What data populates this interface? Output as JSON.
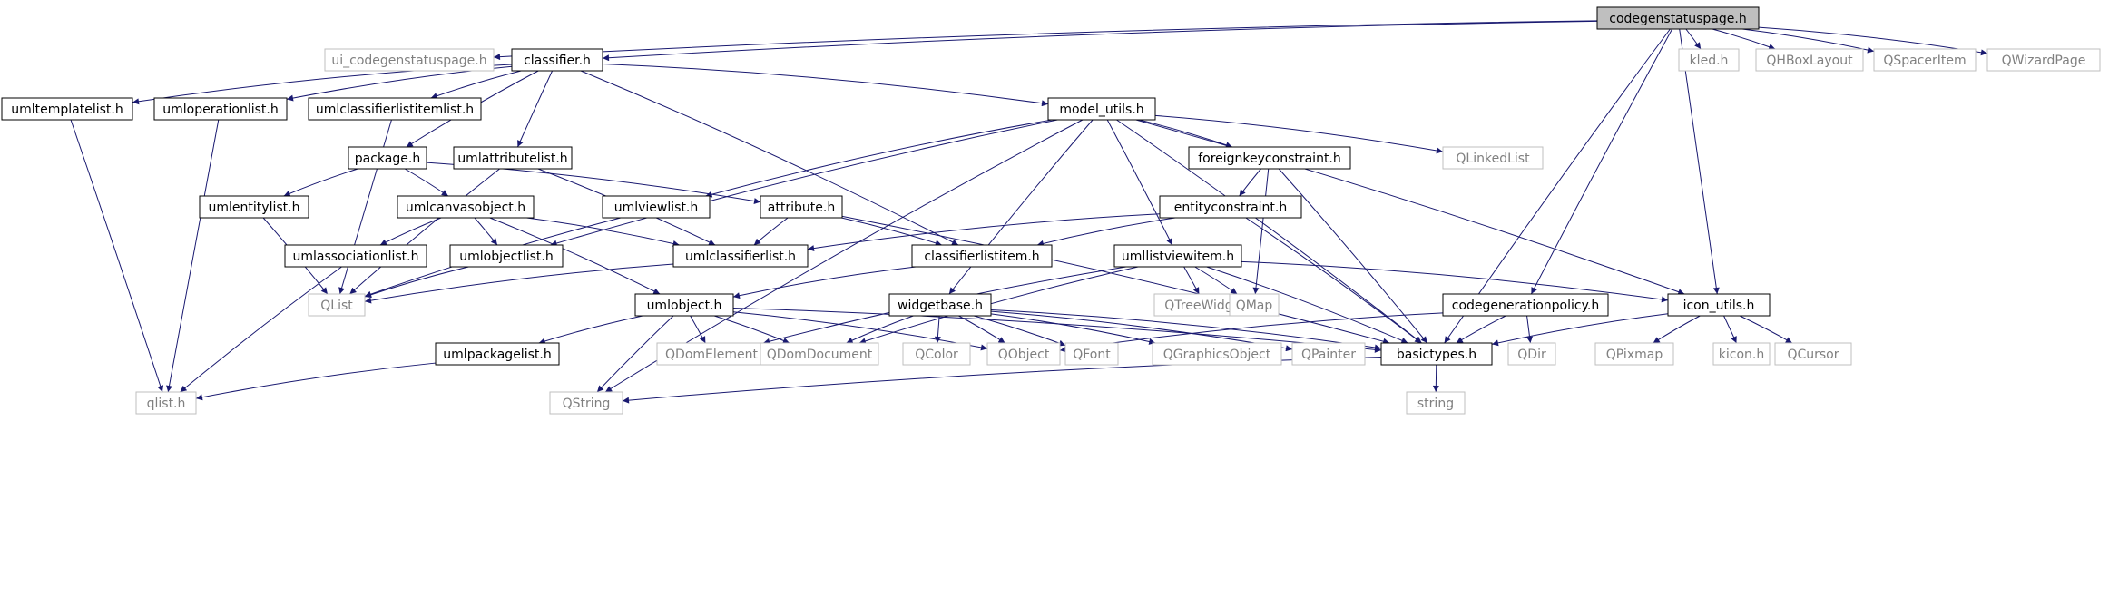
{
  "colors": {
    "node_border": "#000000",
    "external_border": "#bfbfbf",
    "external_text": "#808080",
    "root_fill": "#bfbfbf",
    "edge": "#191970",
    "background": "#ffffff"
  },
  "nodes": [
    {
      "id": "codegenstatuspage",
      "label": "codegenstatuspage.h",
      "kind": "root"
    },
    {
      "id": "ui_codegenstatuspage",
      "label": "ui_codegenstatuspage.h",
      "kind": "external"
    },
    {
      "id": "classifier",
      "label": "classifier.h",
      "kind": "file"
    },
    {
      "id": "kled",
      "label": "kled.h",
      "kind": "external"
    },
    {
      "id": "qhboxlayout",
      "label": "QHBoxLayout",
      "kind": "external"
    },
    {
      "id": "qspaceritem",
      "label": "QSpacerItem",
      "kind": "external"
    },
    {
      "id": "qwizardpage",
      "label": "QWizardPage",
      "kind": "external"
    },
    {
      "id": "umltemplatelist",
      "label": "umltemplatelist.h",
      "kind": "file"
    },
    {
      "id": "umloperationlist",
      "label": "umloperationlist.h",
      "kind": "file"
    },
    {
      "id": "umlclassifierlistitemlist",
      "label": "umlclassifierlistitemlist.h",
      "kind": "file"
    },
    {
      "id": "model_utils",
      "label": "model_utils.h",
      "kind": "file"
    },
    {
      "id": "package",
      "label": "package.h",
      "kind": "file"
    },
    {
      "id": "umlattributelist",
      "label": "umlattributelist.h",
      "kind": "file"
    },
    {
      "id": "foreignkeyconstraint",
      "label": "foreignkeyconstraint.h",
      "kind": "file"
    },
    {
      "id": "qlinkedlist",
      "label": "QLinkedList",
      "kind": "external"
    },
    {
      "id": "umlentitylist",
      "label": "umlentitylist.h",
      "kind": "file"
    },
    {
      "id": "umlcanvasobject",
      "label": "umlcanvasobject.h",
      "kind": "file"
    },
    {
      "id": "umlviewlist",
      "label": "umlviewlist.h",
      "kind": "file"
    },
    {
      "id": "attribute",
      "label": "attribute.h",
      "kind": "file"
    },
    {
      "id": "entityconstraint",
      "label": "entityconstraint.h",
      "kind": "file"
    },
    {
      "id": "umlassociationlist",
      "label": "umlassociationlist.h",
      "kind": "file"
    },
    {
      "id": "umlobjectlist",
      "label": "umlobjectlist.h",
      "kind": "file"
    },
    {
      "id": "umlclassifierlist",
      "label": "umlclassifierlist.h",
      "kind": "file"
    },
    {
      "id": "classifierlistitem",
      "label": "classifierlistitem.h",
      "kind": "file"
    },
    {
      "id": "umllistviewitem",
      "label": "umllistviewitem.h",
      "kind": "file"
    },
    {
      "id": "qlist",
      "label": "QList",
      "kind": "external"
    },
    {
      "id": "qtreewidget",
      "label": "QTreeWidget",
      "kind": "external"
    },
    {
      "id": "qmap",
      "label": "QMap",
      "kind": "external"
    },
    {
      "id": "umlobject",
      "label": "umlobject.h",
      "kind": "file"
    },
    {
      "id": "widgetbase",
      "label": "widgetbase.h",
      "kind": "file"
    },
    {
      "id": "codegenerationpolicy",
      "label": "codegenerationpolicy.h",
      "kind": "file"
    },
    {
      "id": "icon_utils",
      "label": "icon_utils.h",
      "kind": "file"
    },
    {
      "id": "umlpackagelist",
      "label": "umlpackagelist.h",
      "kind": "file"
    },
    {
      "id": "qdomelement",
      "label": "QDomElement",
      "kind": "external"
    },
    {
      "id": "qdomdocument",
      "label": "QDomDocument",
      "kind": "external"
    },
    {
      "id": "qcolor",
      "label": "QColor",
      "kind": "external"
    },
    {
      "id": "qobject",
      "label": "QObject",
      "kind": "external"
    },
    {
      "id": "qfont",
      "label": "QFont",
      "kind": "external"
    },
    {
      "id": "qgraphicsobject",
      "label": "QGraphicsObject",
      "kind": "external"
    },
    {
      "id": "qpainter",
      "label": "QPainter",
      "kind": "external"
    },
    {
      "id": "basictypes",
      "label": "basictypes.h",
      "kind": "file"
    },
    {
      "id": "qdir",
      "label": "QDir",
      "kind": "external"
    },
    {
      "id": "qpixmap",
      "label": "QPixmap",
      "kind": "external"
    },
    {
      "id": "kicon",
      "label": "kicon.h",
      "kind": "external"
    },
    {
      "id": "qcursor",
      "label": "QCursor",
      "kind": "external"
    },
    {
      "id": "qlist_h",
      "label": "qlist.h",
      "kind": "external"
    },
    {
      "id": "qstring",
      "label": "QString",
      "kind": "external"
    },
    {
      "id": "string",
      "label": "string",
      "kind": "external"
    }
  ],
  "edges": [
    [
      "codegenstatuspage",
      "ui_codegenstatuspage"
    ],
    [
      "codegenstatuspage",
      "classifier"
    ],
    [
      "codegenstatuspage",
      "kled"
    ],
    [
      "codegenstatuspage",
      "qhboxlayout"
    ],
    [
      "codegenstatuspage",
      "qspaceritem"
    ],
    [
      "codegenstatuspage",
      "qwizardpage"
    ],
    [
      "codegenstatuspage",
      "codegenerationpolicy"
    ],
    [
      "codegenstatuspage",
      "basictypes"
    ],
    [
      "codegenstatuspage",
      "icon_utils"
    ],
    [
      "classifier",
      "umltemplatelist"
    ],
    [
      "classifier",
      "umloperationlist"
    ],
    [
      "classifier",
      "umlclassifierlistitemlist"
    ],
    [
      "classifier",
      "model_utils"
    ],
    [
      "classifier",
      "package"
    ],
    [
      "classifier",
      "umlattributelist"
    ],
    [
      "classifier",
      "classifierlistitem"
    ],
    [
      "umltemplatelist",
      "qlist_h"
    ],
    [
      "umloperationlist",
      "qlist_h"
    ],
    [
      "umlclassifierlistitemlist",
      "qlist"
    ],
    [
      "model_utils",
      "foreignkeyconstraint"
    ],
    [
      "model_utils",
      "qlinkedlist"
    ],
    [
      "model_utils",
      "umlviewlist"
    ],
    [
      "model_utils",
      "umlobjectlist"
    ],
    [
      "model_utils",
      "umllistviewitem"
    ],
    [
      "model_utils",
      "widgetbase"
    ],
    [
      "model_utils",
      "basictypes"
    ],
    [
      "model_utils",
      "icon_utils"
    ],
    [
      "model_utils",
      "qstring"
    ],
    [
      "package",
      "umlentitylist"
    ],
    [
      "package",
      "umlcanvasobject"
    ],
    [
      "package",
      "attribute"
    ],
    [
      "umlattributelist",
      "umlclassifierlist"
    ],
    [
      "umlattributelist",
      "qlist"
    ],
    [
      "foreignkeyconstraint",
      "entityconstraint"
    ],
    [
      "foreignkeyconstraint",
      "basictypes"
    ],
    [
      "foreignkeyconstraint",
      "qmap"
    ],
    [
      "umlentitylist",
      "qlist"
    ],
    [
      "umlcanvasobject",
      "umlassociationlist"
    ],
    [
      "umlcanvasobject",
      "umlobjectlist"
    ],
    [
      "umlcanvasobject",
      "umlclassifierlist"
    ],
    [
      "umlcanvasobject",
      "umlobject"
    ],
    [
      "umlviewlist",
      "qlist"
    ],
    [
      "attribute",
      "umlclassifierlist"
    ],
    [
      "attribute",
      "classifierlistitem"
    ],
    [
      "attribute",
      "basictypes"
    ],
    [
      "entityconstraint",
      "classifierlistitem"
    ],
    [
      "entityconstraint",
      "umlclassifierlist"
    ],
    [
      "entityconstraint",
      "basictypes"
    ],
    [
      "umlassociationlist",
      "qlist_h"
    ],
    [
      "umlobjectlist",
      "qlist"
    ],
    [
      "umlclassifierlist",
      "qlist"
    ],
    [
      "classifierlistitem",
      "umlobject"
    ],
    [
      "umllistviewitem",
      "qtreewidget"
    ],
    [
      "umllistviewitem",
      "qmap"
    ],
    [
      "umllistviewitem",
      "qdomelement"
    ],
    [
      "umllistviewitem",
      "qdomdocument"
    ],
    [
      "umllistviewitem",
      "basictypes"
    ],
    [
      "umllistviewitem",
      "icon_utils"
    ],
    [
      "umlobject",
      "umlpackagelist"
    ],
    [
      "umlobject",
      "qdomelement"
    ],
    [
      "umlobject",
      "qdomdocument"
    ],
    [
      "umlobject",
      "qobject"
    ],
    [
      "umlobject",
      "basictypes"
    ],
    [
      "umlobject",
      "qstring"
    ],
    [
      "widgetbase",
      "qdomdocument"
    ],
    [
      "widgetbase",
      "qcolor"
    ],
    [
      "widgetbase",
      "qobject"
    ],
    [
      "widgetbase",
      "qfont"
    ],
    [
      "widgetbase",
      "qgraphicsobject"
    ],
    [
      "widgetbase",
      "qpainter"
    ],
    [
      "widgetbase",
      "basictypes"
    ],
    [
      "codegenerationpolicy",
      "qobject"
    ],
    [
      "codegenerationpolicy",
      "basictypes"
    ],
    [
      "codegenerationpolicy",
      "qdir"
    ],
    [
      "icon_utils",
      "basictypes"
    ],
    [
      "icon_utils",
      "qpixmap"
    ],
    [
      "icon_utils",
      "kicon"
    ],
    [
      "icon_utils",
      "qcursor"
    ],
    [
      "umlpackagelist",
      "qlist_h"
    ],
    [
      "basictypes",
      "qstring"
    ],
    [
      "basictypes",
      "string"
    ]
  ]
}
